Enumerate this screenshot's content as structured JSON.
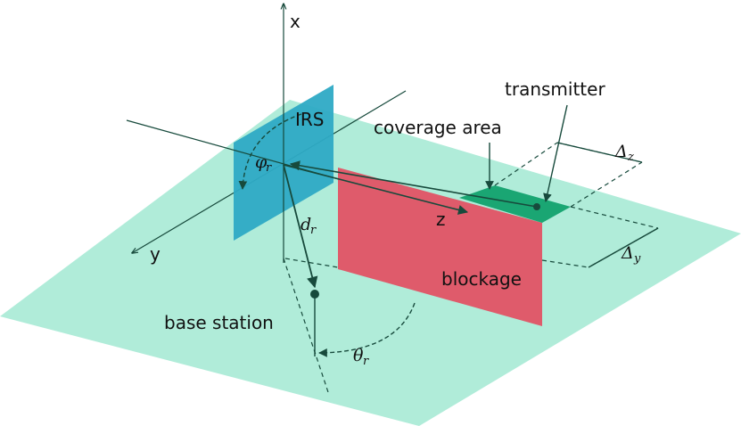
{
  "labels": {
    "axis_x": "x",
    "axis_y": "y",
    "axis_z": "z",
    "irs": "IRS",
    "transmitter": "transmitter",
    "coverage_area": "coverage area",
    "blockage": "blockage",
    "base_station": "base station"
  },
  "math": {
    "phi": "φ",
    "phi_sub": "r",
    "d": "d",
    "d_sub": "r",
    "theta": "θ",
    "theta_sub": "r",
    "delta_z": "Δ",
    "delta_z_sub": "z",
    "delta_y": "Δ",
    "delta_y_sub": "y"
  },
  "colors": {
    "ground": "#b0ecd9",
    "irs": "#2eaac5",
    "blockage": "#df5b6b",
    "coverage": "#1aa673",
    "ink": "#174a3c"
  }
}
